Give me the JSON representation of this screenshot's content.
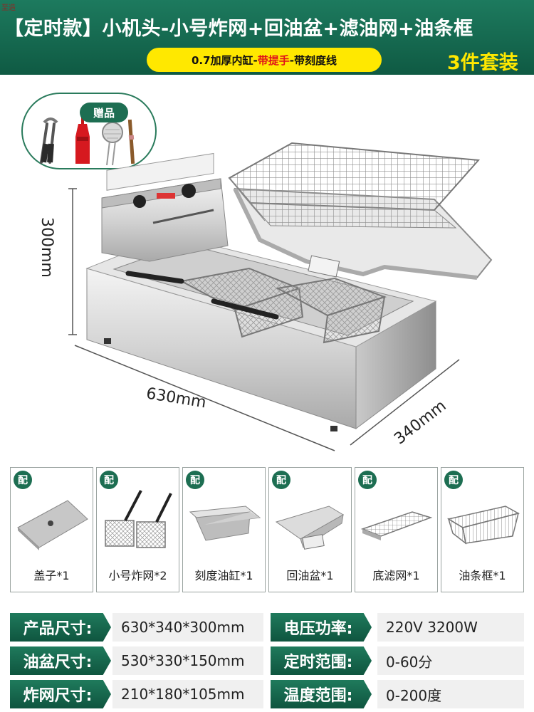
{
  "header": {
    "title": "【定时款】小机头-小号炸网+回油盆+滤油网+油条框",
    "pill_part1": "0.7加厚内缸-",
    "pill_part2": "带提手",
    "pill_part3": "-带刻度线",
    "badge": "3件套装",
    "watermark": "至造"
  },
  "colors": {
    "brand_green": "#1d6e52",
    "pill_yellow": "#ffe800",
    "highlight_red": "#e0121a"
  },
  "gift": {
    "tag": "赠品",
    "icons": [
      "tongs-icon",
      "sauce-bottle-icon",
      "strainer-icon",
      "skewer-icon"
    ]
  },
  "dimensions": {
    "height": "300mm",
    "width": "630mm",
    "depth": "340mm"
  },
  "accessories": {
    "badge": "配",
    "items": [
      {
        "label": "盖子*1",
        "icon": "lid-icon"
      },
      {
        "label": "小号炸网*2",
        "icon": "fry-basket-icon"
      },
      {
        "label": "刻度油缸*1",
        "icon": "oil-tank-icon"
      },
      {
        "label": "回油盆*1",
        "icon": "oil-return-tray-icon"
      },
      {
        "label": "底滤网*1",
        "icon": "bottom-filter-icon"
      },
      {
        "label": "油条框*1",
        "icon": "wire-rack-icon"
      }
    ]
  },
  "specs": [
    {
      "label": "产品尺寸:",
      "value": "630*340*300mm"
    },
    {
      "label": "电压功率:",
      "value": "220V  3200W"
    },
    {
      "label": "油盆尺寸:",
      "value": "530*330*150mm"
    },
    {
      "label": "定时范围:",
      "value": "0-60分"
    },
    {
      "label": "炸网尺寸:",
      "value": "210*180*105mm"
    },
    {
      "label": "温度范围:",
      "value": "0-200度"
    }
  ]
}
